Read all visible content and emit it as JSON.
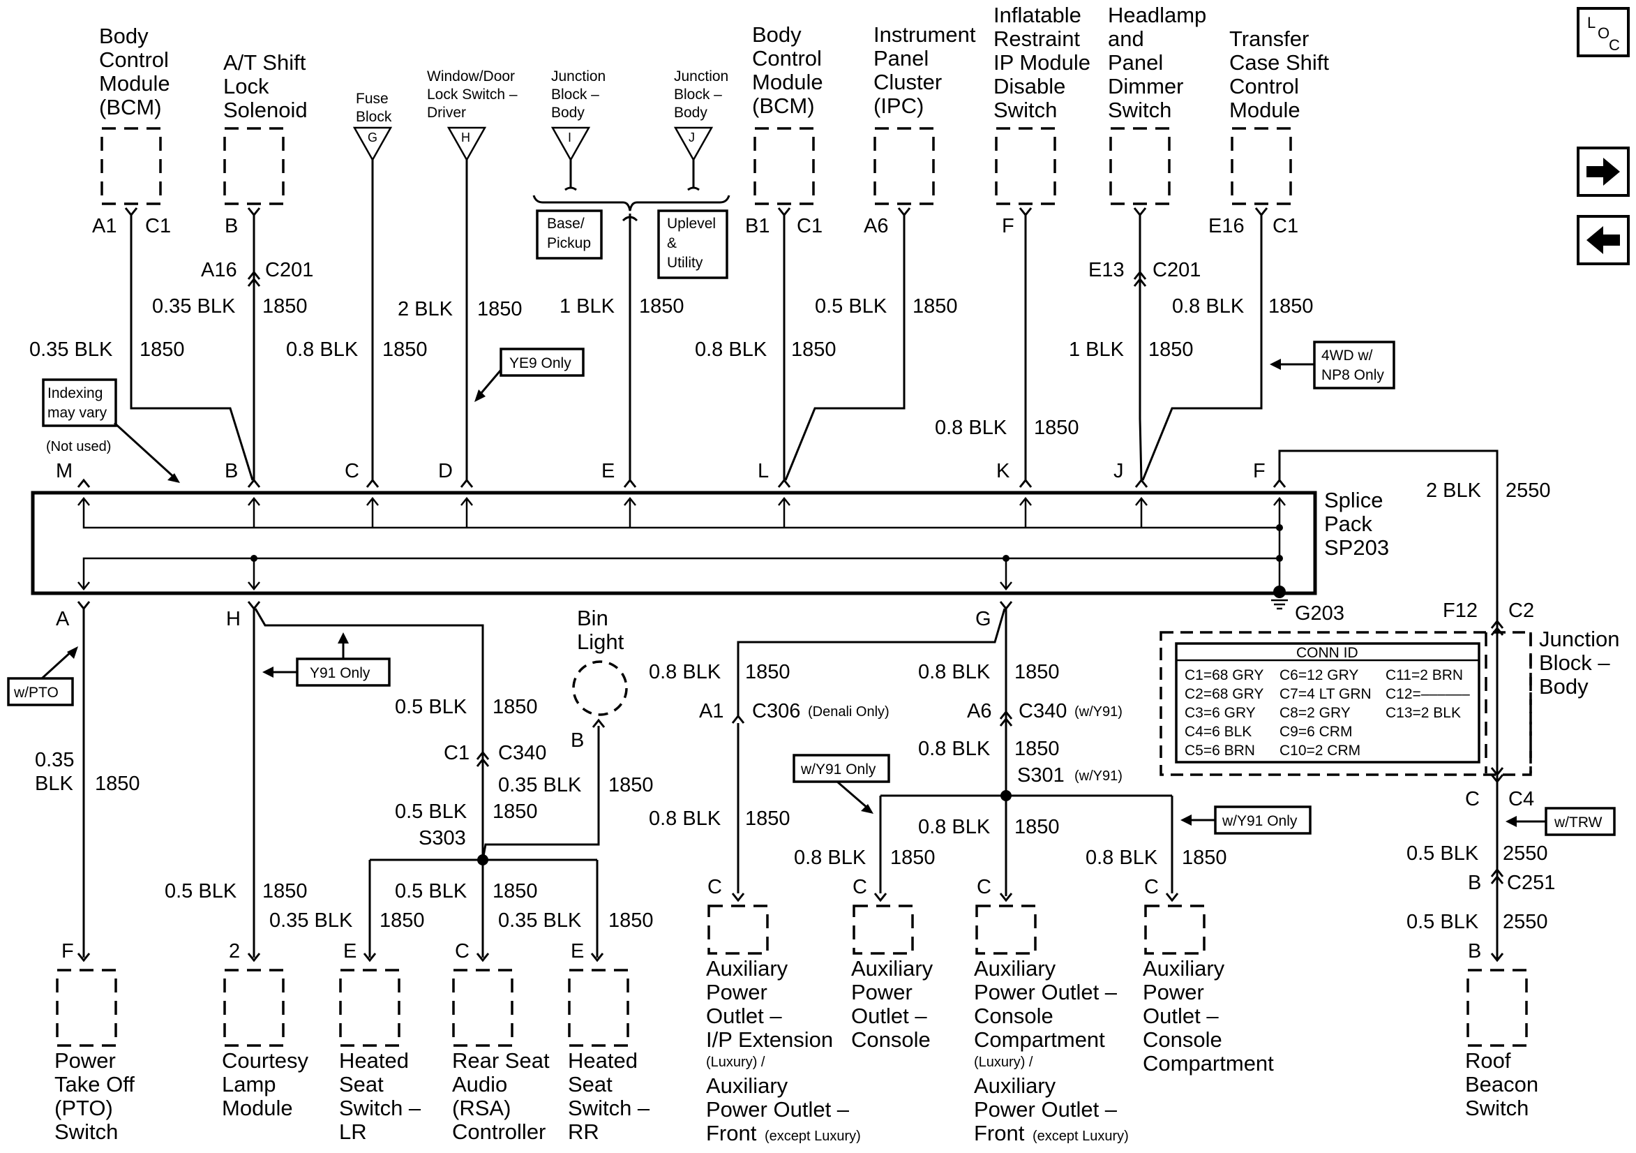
{
  "components": {
    "bcm_top_left": [
      "Body",
      "Control",
      "Module",
      "(BCM)"
    ],
    "at_shift": [
      "A/T Shift",
      "Lock",
      "Solenoid"
    ],
    "fuse_block": [
      "Fuse",
      "Block"
    ],
    "window_door": [
      "Window/Door",
      "Lock Switch –",
      "Driver"
    ],
    "jb_body_i": [
      "Junction",
      "Block –",
      "Body"
    ],
    "jb_body_j": [
      "Junction",
      "Block –",
      "Body"
    ],
    "bcm_top_mid": [
      "Body",
      "Control",
      "Module",
      "(BCM)"
    ],
    "ipc": [
      "Instrument",
      "Panel",
      "Cluster",
      "(IPC)"
    ],
    "inflatable": [
      "Inflatable",
      "Restraint",
      "IP Module",
      "Disable",
      "Switch"
    ],
    "headlamp": [
      "Headlamp",
      "and",
      "Panel",
      "Dimmer",
      "Switch"
    ],
    "transfer_case": [
      "Transfer",
      "Case Shift",
      "Control",
      "Module"
    ],
    "splice_pack": [
      "Splice",
      "Pack",
      "SP203"
    ],
    "bin_light": [
      "Bin",
      "Light"
    ],
    "jb_body_right": [
      "Junction",
      "Block –",
      "Body"
    ],
    "pto": [
      "Power",
      "Take Off",
      "(PTO)",
      "Switch"
    ],
    "courtesy": [
      "Courtesy",
      "Lamp",
      "Module"
    ],
    "heated_lr": [
      "Heated",
      "Seat",
      "Switch –",
      "LR"
    ],
    "rsa": [
      "Rear Seat",
      "Audio",
      "(RSA)",
      "Controller"
    ],
    "heated_rr": [
      "Heated",
      "Seat",
      "Switch –",
      "RR"
    ],
    "aux_ip": [
      "Auxiliary",
      "Power",
      "Outlet –",
      "I/P Extension",
      "(Luxury) /",
      "Auxiliary",
      "Power Outlet –",
      "Front",
      "(except Luxury)"
    ],
    "aux_console": [
      "Auxiliary",
      "Power",
      "Outlet –",
      "Console"
    ],
    "aux_console_comp": [
      "Auxiliary",
      "Power Outlet –",
      "Console",
      "Compartment",
      "(Luxury) /",
      "Auxiliary",
      "Power Outlet –",
      "Front",
      "(except Luxury)"
    ],
    "aux_console_comp2": [
      "Auxiliary",
      "Power",
      "Outlet –",
      "Console",
      "Compartment"
    ],
    "roof_beacon": [
      "Roof",
      "Beacon",
      "Switch"
    ]
  },
  "terminals": {
    "fuse_g": "G",
    "window_h": "H",
    "jb_i": "I",
    "jb_j": "J",
    "top_a1": "A1",
    "top_c1": "C1",
    "top_b": "B",
    "a16": "A16",
    "c201": "C201",
    "top_b1": "B1",
    "top_c1b": "C1",
    "top_a6": "A6",
    "top_f": "F",
    "e13": "E13",
    "c201b": "C201",
    "e16": "E16",
    "c1c": "C1",
    "sp_m": "M",
    "sp_b": "B",
    "sp_c": "C",
    "sp_d": "D",
    "sp_e": "E",
    "sp_l": "L",
    "sp_k": "K",
    "sp_j": "J",
    "sp_f": "F",
    "sp_a": "A",
    "sp_h": "H",
    "sp_g": "G",
    "g203": "G203",
    "f12": "F12",
    "c2": "C2",
    "c4_c": "C",
    "c4": "C4",
    "c251_b": "B",
    "c251": "C251",
    "roof_b": "B",
    "c1_340": "C1",
    "c340": "C340",
    "s303": "S303",
    "bin_b": "B",
    "a1_306": "A1",
    "c306": "C306",
    "c306_note": "(Denali Only)",
    "a6_340": "A6",
    "c340b": "C340",
    "c340b_note": "(w/Y91)",
    "s301": "S301",
    "s301_note": "(w/Y91)",
    "pto_f": "F",
    "court_2": "2",
    "lr_e": "E",
    "rsa_c": "C",
    "rr_e": "E",
    "aux1_c": "C",
    "aux2_c": "C",
    "aux3_c": "C",
    "aux4_c": "C"
  },
  "wires": {
    "w1": "0.35 BLK",
    "c1": "1850",
    "w2": "0.35 BLK",
    "c2": "1850",
    "w3": "0.8 BLK",
    "c3": "1850",
    "w4": "2 BLK",
    "c4": "1850",
    "w5": "1 BLK",
    "c5": "1850",
    "w6": "0.8 BLK",
    "c6": "1850",
    "w7": "0.5 BLK",
    "c7": "1850",
    "w8": "0.8 BLK",
    "c8": "1850",
    "w9": "1 BLK",
    "c9": "1850",
    "w10": "0.8 BLK",
    "c10": "1850",
    "w11": "2 BLK",
    "c11": "2550",
    "w12a": "0.35",
    "w12b": "BLK",
    "c12": "1850",
    "w13": "0.5 BLK",
    "c13": "1850",
    "w14": "0.35 BLK",
    "c14": "1850",
    "w15": "0.5 BLK",
    "c15": "1850",
    "w16": "0.5 BLK",
    "c16": "1850",
    "w17": "0.35 BLK",
    "c17": "1850",
    "w18": "0.5 BLK",
    "c18": "1850",
    "w19": "0.35 BLK",
    "c19": "1850",
    "w20": "0.8 BLK",
    "c20": "1850",
    "w21": "0.8 BLK",
    "c21": "1850",
    "w22": "0.8 BLK",
    "c22": "1850",
    "w23": "0.8 BLK",
    "c23": "1850",
    "w24": "0.8 BLK",
    "c24": "1850",
    "w25": "0.8 BLK",
    "c25": "1850",
    "w26": "0.8 BLK",
    "c26": "1850",
    "w27": "0.5 BLK",
    "c27": "2550",
    "w28": "0.5 BLK",
    "c28": "2550"
  },
  "notes": {
    "base_pickup": [
      "Base/",
      "Pickup"
    ],
    "uplevel": [
      "Uplevel",
      "&",
      "Utility"
    ],
    "ye9": "YE9 Only",
    "indexing": [
      "Indexing",
      "may vary"
    ],
    "not_used": "(Not used)",
    "wd4": [
      "4WD w/",
      "NP8 Only"
    ],
    "wpto": "w/PTO",
    "y91": "Y91 Only",
    "wy91a": "w/Y91 Only",
    "wy91b": "w/Y91 Only",
    "wtrw": "w/TRW"
  },
  "conn_id": {
    "title": "CONN ID",
    "col1": [
      "C1=68 GRY",
      "C2=68 GRY",
      "C3=6 GRY",
      "C4=6 BLK",
      "C5=6 BRN"
    ],
    "col2": [
      "C6=12 GRY",
      "C7=4 LT GRN",
      "C8=2 GRY",
      "C9=6 CRM",
      "C10=2 CRM"
    ],
    "col3": [
      "C11=2 BRN",
      "C12=––––––",
      "C13=2 BLK"
    ]
  },
  "loc_icon": [
    "L",
    "O",
    "C"
  ],
  "icons": {
    "next": "arrow-right-icon",
    "prev": "arrow-left-icon"
  }
}
